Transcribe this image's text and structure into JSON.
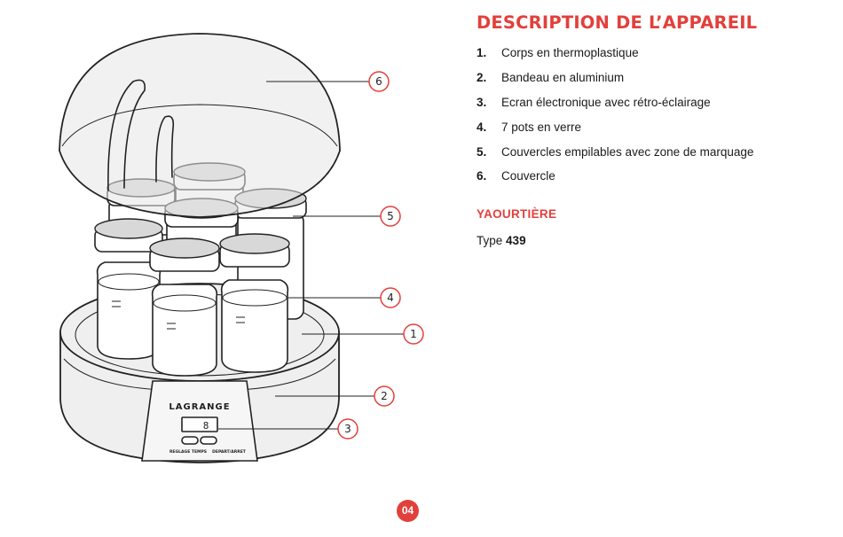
{
  "title": "DESCRIPTION DE L’APPAREIL",
  "parts": [
    {
      "num": "1.",
      "label": "Corps en thermoplastique"
    },
    {
      "num": "2.",
      "label": "Bandeau en aluminium"
    },
    {
      "num": "3.",
      "label": "Ecran électronique avec rétro-éclairage"
    },
    {
      "num": "4.",
      "label": "7 pots en verre"
    },
    {
      "num": "5.",
      "label": "Couvercles empilables avec zone de marquage"
    },
    {
      "num": "6.",
      "label": "Couvercle"
    }
  ],
  "subtitle": "YAOURTIÈRE",
  "type_label": "Type",
  "type_value": "439",
  "page_number": "04",
  "illustration": {
    "brand": "LAGRANGE",
    "display_value": "8",
    "button_left_label": "REGLAGE TEMPS",
    "button_right_label": "DEPART/ARRET",
    "callouts": [
      "1",
      "2",
      "3",
      "4",
      "5",
      "6"
    ]
  },
  "colors": {
    "accent": "#e2403b",
    "text": "#1a1a1a"
  }
}
